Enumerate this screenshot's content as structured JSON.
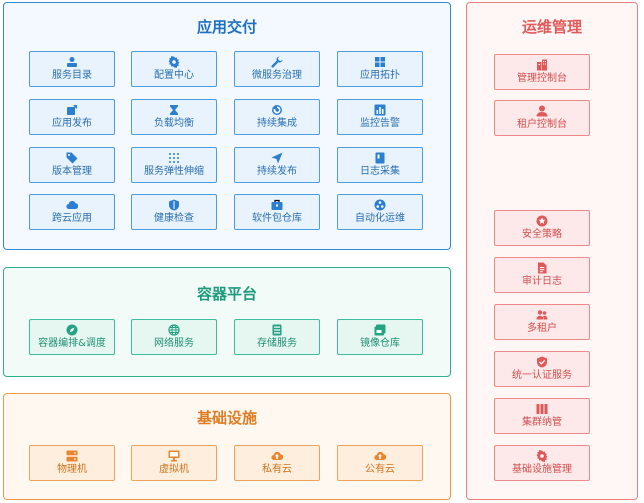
{
  "app_delivery": {
    "title": "应用交付",
    "items": [
      {
        "label": "服务目录",
        "icon": "service-catalog-icon"
      },
      {
        "label": "配置中心",
        "icon": "gear-icon"
      },
      {
        "label": "微服务治理",
        "icon": "wrench-icon"
      },
      {
        "label": "应用拓扑",
        "icon": "grid-icon"
      },
      {
        "label": "应用发布",
        "icon": "publish-icon"
      },
      {
        "label": "负载均衡",
        "icon": "hourglass-icon"
      },
      {
        "label": "持续集成",
        "icon": "cycle-icon"
      },
      {
        "label": "监控告警",
        "icon": "bar-chart-icon"
      },
      {
        "label": "版本管理",
        "icon": "tag-icon"
      },
      {
        "label": "服务弹性伸缩",
        "icon": "dots-grid-icon"
      },
      {
        "label": "持续发布",
        "icon": "send-icon"
      },
      {
        "label": "日志采集",
        "icon": "book-icon"
      },
      {
        "label": "跨云应用",
        "icon": "cloud-icon"
      },
      {
        "label": "健康检查",
        "icon": "shield-icon"
      },
      {
        "label": "软件包仓库",
        "icon": "briefcase-icon"
      },
      {
        "label": "自动化运维",
        "icon": "automation-icon"
      }
    ]
  },
  "container_platform": {
    "title": "容器平台",
    "items": [
      {
        "label": "容器编排&调度",
        "icon": "compass-icon"
      },
      {
        "label": "网络服务",
        "icon": "globe-icon"
      },
      {
        "label": "存储服务",
        "icon": "database-icon"
      },
      {
        "label": "镜像仓库",
        "icon": "image-icon"
      }
    ]
  },
  "infrastructure": {
    "title": "基础设施",
    "items": [
      {
        "label": "物理机",
        "icon": "server-icon"
      },
      {
        "label": "虚拟机",
        "icon": "monitor-icon"
      },
      {
        "label": "私有云",
        "icon": "cloud-upload-icon"
      },
      {
        "label": "公有云",
        "icon": "cloud-upload-icon"
      }
    ]
  },
  "operations": {
    "title": "运维管理",
    "items": [
      {
        "label": "管理控制台",
        "icon": "building-icon"
      },
      {
        "label": "租户控制台",
        "icon": "user-icon"
      },
      {
        "label": "安全策略",
        "icon": "star-badge-icon"
      },
      {
        "label": "审计日志",
        "icon": "document-icon"
      },
      {
        "label": "多租户",
        "icon": "users-icon"
      },
      {
        "label": "统一认证服务",
        "icon": "shield-check-icon"
      },
      {
        "label": "集群纳管",
        "icon": "cluster-icon"
      },
      {
        "label": "基础设施管理",
        "icon": "gear-icon"
      }
    ]
  }
}
